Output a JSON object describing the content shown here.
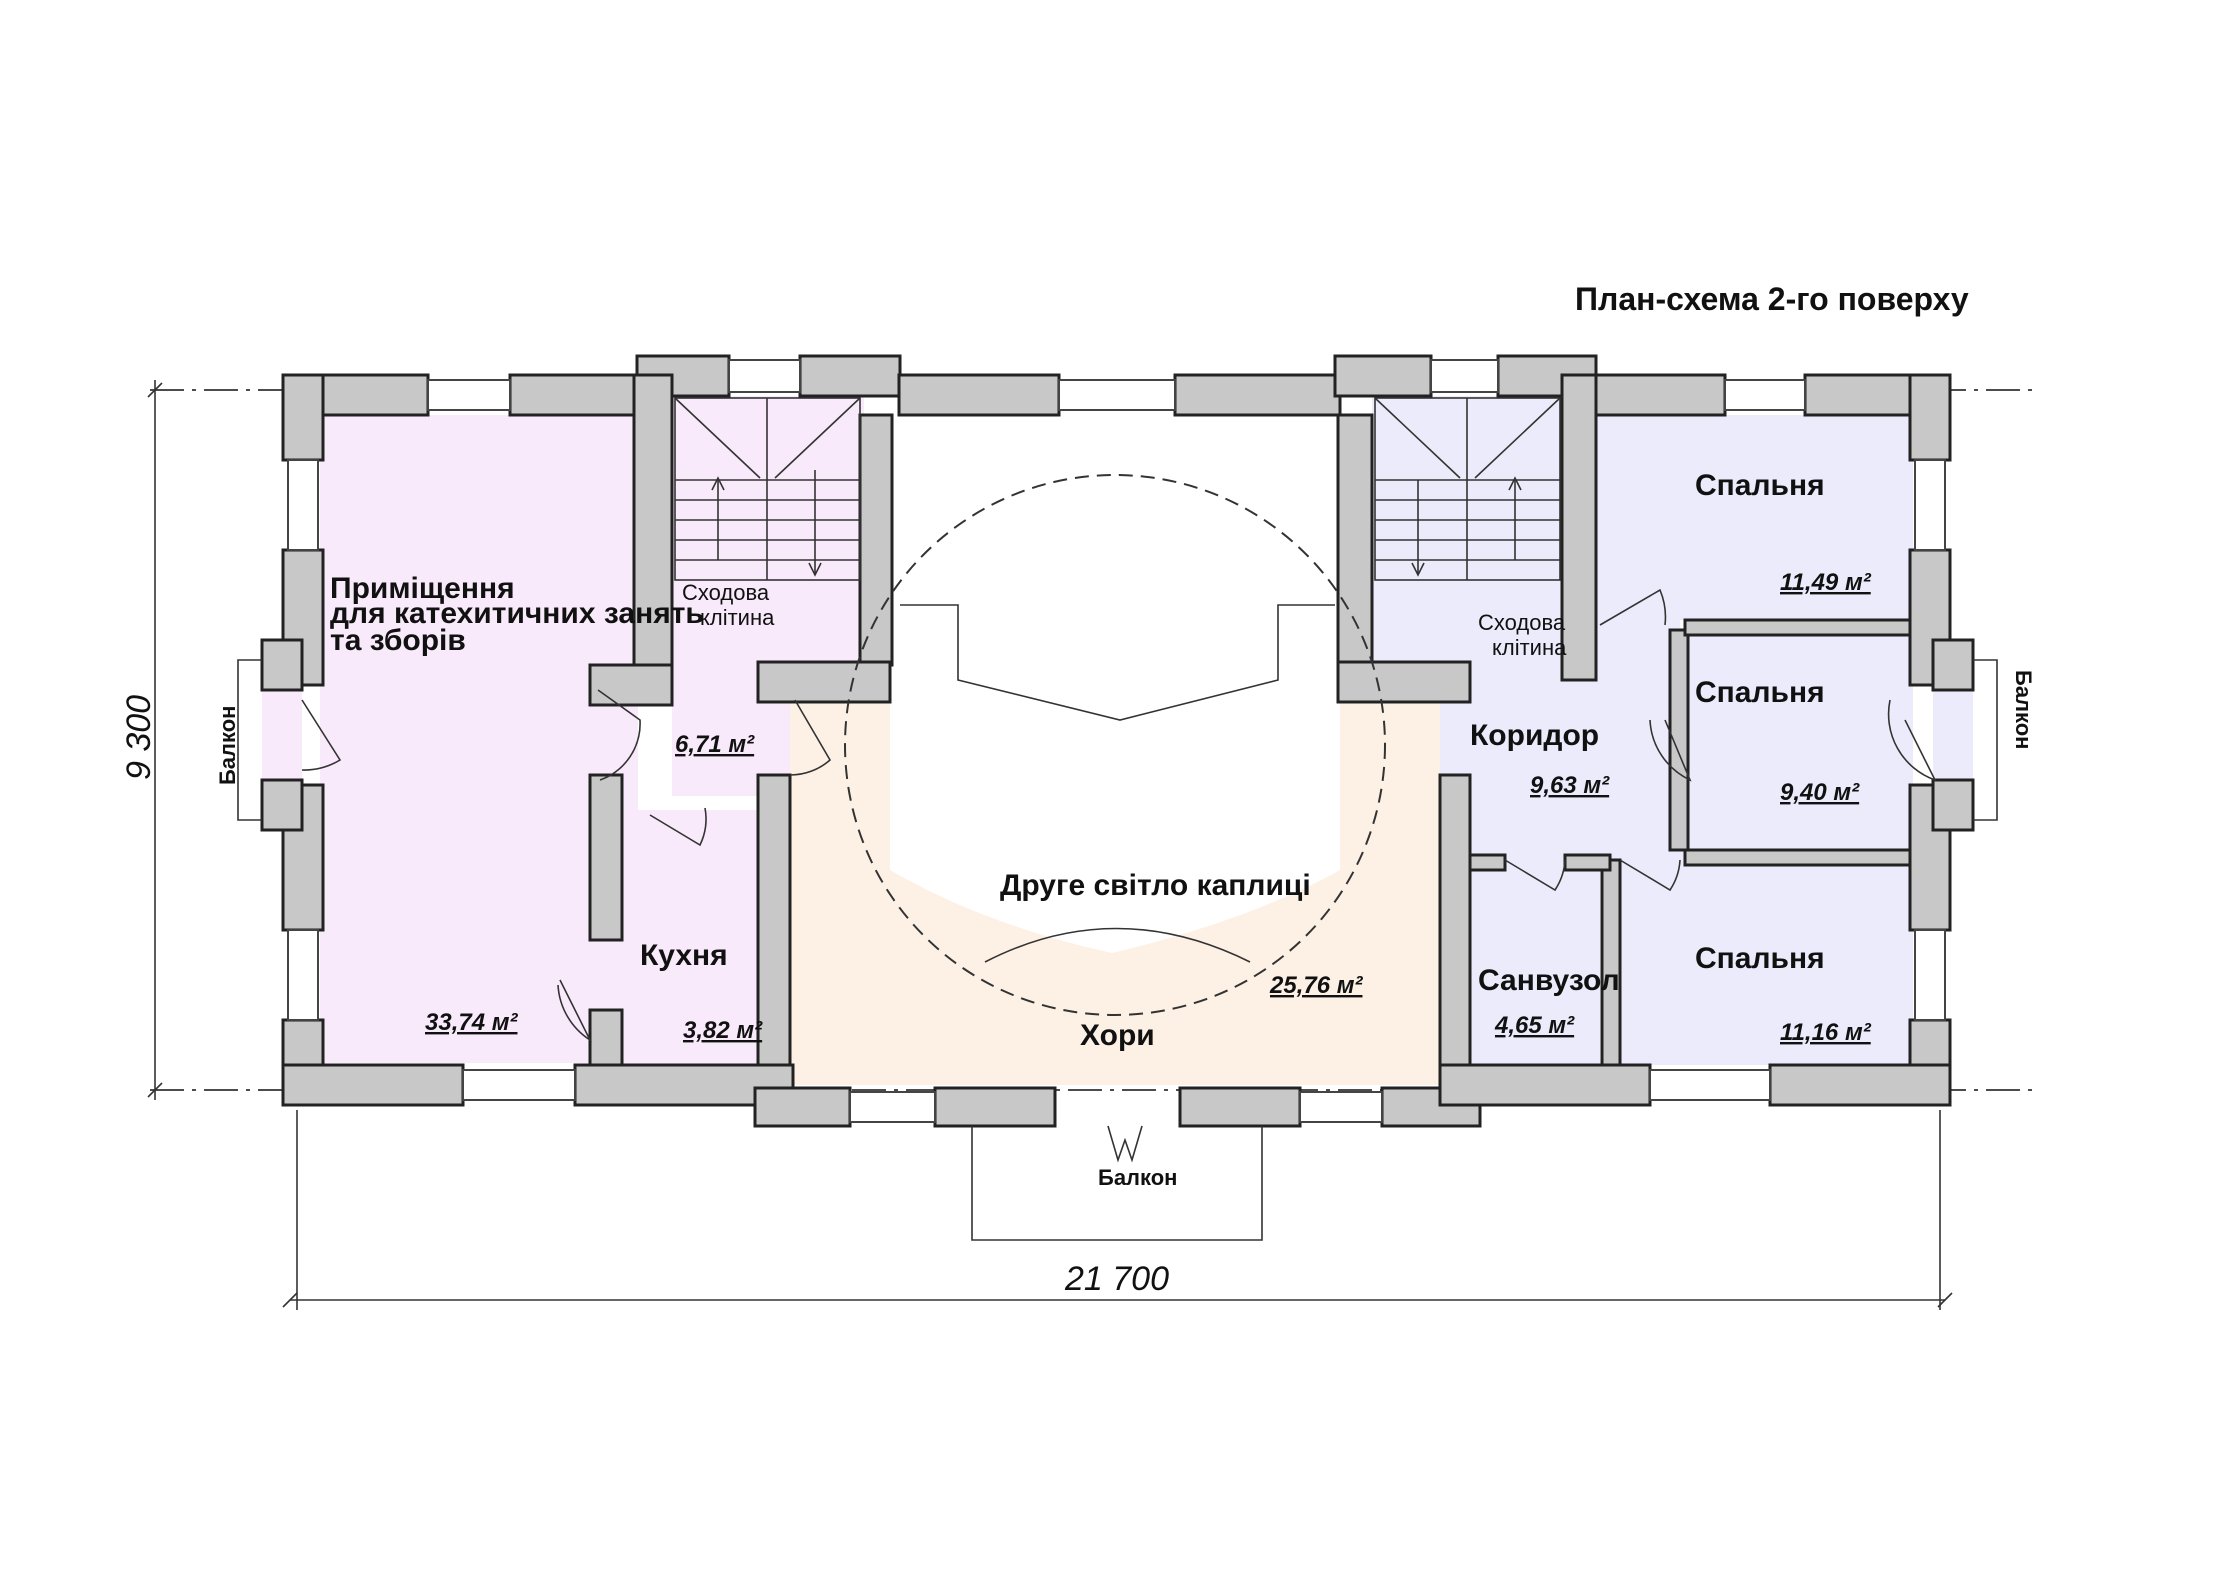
{
  "title": "План-схема 2-го поверху",
  "dimensions": {
    "width": "21 700",
    "height": "9 300"
  },
  "colors": {
    "pink": "#f9eafb",
    "lavender": "#ecebfb",
    "peach": "#fdf1e6",
    "wall": "#c8c8c8"
  },
  "rooms": {
    "catechesis": {
      "name_l1": "Приміщення",
      "name_l2": "для катехитичних занять",
      "name_l3": "та зборів",
      "area": "33,74 м²"
    },
    "stair_left": {
      "name_l1": "Сходова",
      "name_l2": "клітина",
      "area": "6,71 м²"
    },
    "kitchen": {
      "name": "Кухня",
      "area": "3,82 м²"
    },
    "second_light": {
      "name": "Друге світло каплиці"
    },
    "choir": {
      "name": "Хори",
      "area": "25,76 м²"
    },
    "stair_right": {
      "name_l1": "Сходова",
      "name_l2": "клітина"
    },
    "corridor": {
      "name": "Коридор",
      "area": "9,63 м²"
    },
    "bathroom": {
      "name": "Санвузол",
      "area": "4,65 м²"
    },
    "bedroom1": {
      "name": "Спальня",
      "area": "11,49 м²"
    },
    "bedroom2": {
      "name": "Спальня",
      "area": "9,40 м²"
    },
    "bedroom3": {
      "name": "Спальня",
      "area": "11,16 м²"
    }
  },
  "balconies": {
    "left": "Балкон",
    "right": "Балкон",
    "bottom": "Балкон"
  }
}
